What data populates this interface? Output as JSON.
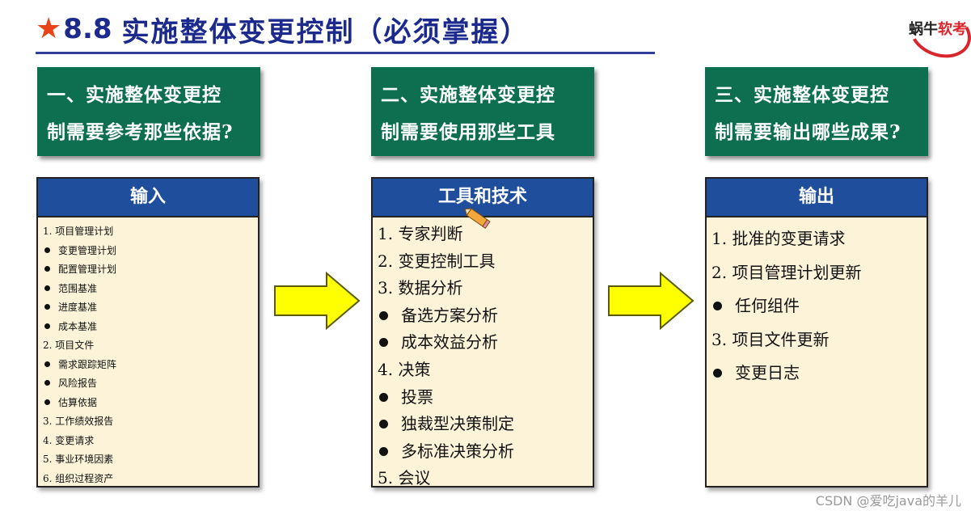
{
  "title": {
    "star": "★",
    "number": "8.8",
    "text": "实施整体变更控制（必须掌握）"
  },
  "logo": {
    "part1": "蜗牛",
    "part2": "软考"
  },
  "questions": [
    {
      "line1": "一、实施整体变更控",
      "line2": "制需要参考那些依据?"
    },
    {
      "line1": "二、实施整体变更控",
      "line2": "制需要使用那些工具"
    },
    {
      "line1": "三、实施整体变更控",
      "line2": "制需要输出哪些成果?"
    }
  ],
  "inputs": {
    "header": "输入",
    "items": [
      {
        "bullet": false,
        "text": "1. 项目管理计划"
      },
      {
        "bullet": true,
        "text": "变更管理计划"
      },
      {
        "bullet": true,
        "text": "配置管理计划"
      },
      {
        "bullet": true,
        "text": "范围基准"
      },
      {
        "bullet": true,
        "text": "进度基准"
      },
      {
        "bullet": true,
        "text": "成本基准"
      },
      {
        "bullet": false,
        "text": "2. 项目文件"
      },
      {
        "bullet": true,
        "text": "需求跟踪矩阵"
      },
      {
        "bullet": true,
        "text": "风险报告"
      },
      {
        "bullet": true,
        "text": "估算依据"
      },
      {
        "bullet": false,
        "text": "3. 工作绩效报告"
      },
      {
        "bullet": false,
        "text": "4. 变更请求"
      },
      {
        "bullet": false,
        "text": "5. 事业环境因素"
      },
      {
        "bullet": false,
        "text": "6. 组织过程资产"
      }
    ]
  },
  "tools": {
    "header": "工具和技术",
    "items": [
      {
        "bullet": false,
        "text": "1. 专家判断"
      },
      {
        "bullet": false,
        "text": "2. 变更控制工具"
      },
      {
        "bullet": false,
        "text": "3. 数据分析"
      },
      {
        "bullet": true,
        "text": "备选方案分析"
      },
      {
        "bullet": true,
        "text": "成本效益分析"
      },
      {
        "bullet": false,
        "text": "4. 决策"
      },
      {
        "bullet": true,
        "text": "投票"
      },
      {
        "bullet": true,
        "text": "独裁型决策制定"
      },
      {
        "bullet": true,
        "text": "多标准决策分析"
      },
      {
        "bullet": false,
        "text": "5. 会议"
      }
    ]
  },
  "outputs": {
    "header": "输出",
    "items": [
      {
        "bullet": false,
        "text": "1. 批准的变更请求"
      },
      {
        "bullet": false,
        "text": "2. 项目管理计划更新"
      },
      {
        "bullet": true,
        "text": "任何组件"
      },
      {
        "bullet": false,
        "text": "3. 项目文件更新"
      },
      {
        "bullet": true,
        "text": "变更日志"
      }
    ]
  },
  "watermark": "CSDN @爱吃java的羊儿",
  "colors": {
    "question_bg": "#0d6e50",
    "header_bg": "#1f4e9c",
    "panel_bg": "#fcf3d8",
    "arrow_fill": "#ffff00",
    "title": "#1b2a8c",
    "star": "#e8441a"
  }
}
